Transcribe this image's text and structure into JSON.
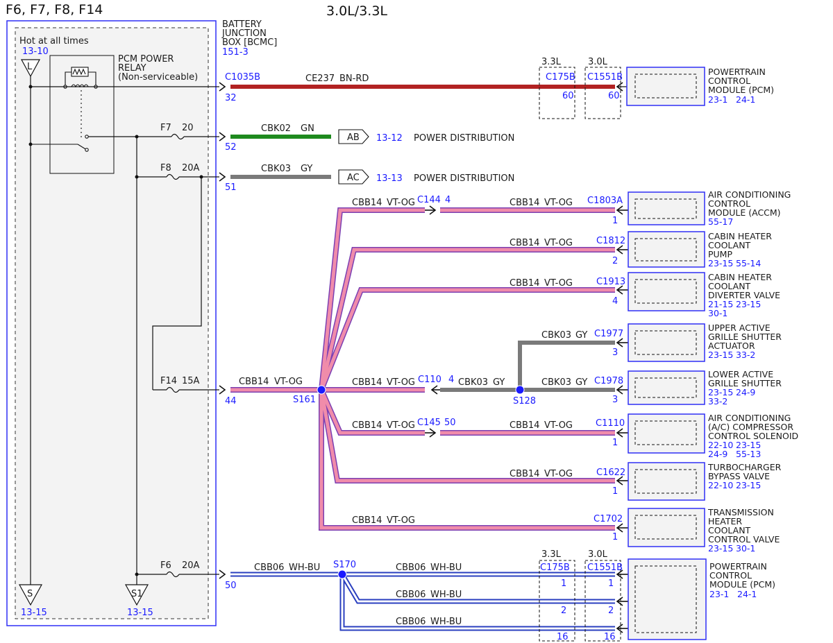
{
  "header": {
    "fuses_title": "F6, F7, F8, F14",
    "engine_title": "3.0L/3.3L"
  },
  "colors": {
    "bn_rd": "#b22222",
    "gn": "#1e8a1e",
    "gy": "#7a7a7a",
    "vt_og": "#f08caa",
    "vt_og_stripe": "#7b3fb2",
    "wh_bu": "#ffffff",
    "wh_bu_stripe": "#2a3fbf",
    "blue_outline": "#2f2ff5",
    "box_fill": "#f3f3f3",
    "ref_blue": "#1a1aff"
  },
  "bjb": {
    "title_line1": "BATTERY",
    "title_line2": "JUNCTION",
    "title_line3": "BOX [BCMC]",
    "ref": "151-3",
    "hot_label": "Hot at all times",
    "hot_ref": "13-10",
    "relay_line1": "PCM POWER",
    "relay_line2": "RELAY",
    "relay_line3": "(Non-serviceable)",
    "ground_s": "S",
    "ground_s_ref": "13-15",
    "ground_s1": "S1",
    "ground_s1_ref": "13-15",
    "supply_letter": "L"
  },
  "fuses": {
    "f7_name": "F7",
    "f7_rating": "20",
    "f8_name": "F8",
    "f8_rating": "20A",
    "f14_name": "F14",
    "f14_rating": "15A",
    "f6_name": "F6",
    "f6_rating": "20A"
  },
  "bjb_pins": {
    "c1035b": "C1035B",
    "p32": "32",
    "p52": "52",
    "p51": "51",
    "p44": "44",
    "p50": "50"
  },
  "circuits": {
    "ce237": "CE237",
    "bn_rd": "BN-RD",
    "cbk02": "CBK02",
    "gn": "GN",
    "cbk03": "CBK03",
    "gy": "GY",
    "cbb14": "CBB14",
    "vt_og": "VT-OG",
    "cbb06": "CBB06",
    "wh_bu": "WH-BU"
  },
  "power_dist": {
    "ab_tag": "AB",
    "ab_ref": "13-12",
    "ab_label": "POWER DISTRIBUTION",
    "ac_tag": "AC",
    "ac_ref": "13-13",
    "ac_label": "POWER DISTRIBUTION"
  },
  "splices": {
    "s161": "S161",
    "s128": "S128",
    "s170": "S170"
  },
  "inline": {
    "c144": "C144",
    "c144_pin": "4",
    "c110": "C110",
    "c110_pin": "4",
    "c145": "C145",
    "c145_pin": "50",
    "variant_33": "3.3L",
    "variant_30": "3.0L",
    "c175b": "C175B",
    "c1551b": "C1551B",
    "pin60": "60",
    "pin1": "1",
    "pin2": "2",
    "pin16": "16"
  },
  "modules": {
    "pcm_top": {
      "line1": "POWERTRAIN",
      "line2": "CONTROL",
      "line3": "MODULE (PCM)",
      "ref1": "23-1",
      "ref2": "24-1"
    },
    "accm": {
      "conn": "C1803A",
      "pin": "1",
      "line1": "AIR CONDITIONING",
      "line2": "CONTROL",
      "line3": "MODULE (ACCM)",
      "ref1": "55-17"
    },
    "pump": {
      "conn": "C1812",
      "pin": "2",
      "line1": "CABIN HEATER",
      "line2": "COOLANT",
      "line3": "PUMP",
      "ref1": "23-15",
      "ref2": "55-14"
    },
    "diverter": {
      "conn": "C1913",
      "pin": "4",
      "line1": "CABIN HEATER",
      "line2": "COOLANT",
      "line3": "DIVERTER VALVE",
      "ref1": "21-15",
      "ref2": "23-15",
      "ref3": "30-1"
    },
    "upper": {
      "conn": "C1977",
      "pin": "3",
      "line1": "UPPER ACTIVE",
      "line2": "GRILLE SHUTTER",
      "line3": "ACTUATOR",
      "ref1": "23-15",
      "ref2": "33-2"
    },
    "lower": {
      "conn": "C1978",
      "pin": "3",
      "line1": "LOWER ACTIVE",
      "line2": "GRILLE SHUTTER",
      "ref1": "23-15",
      "ref2": "24-9",
      "ref3": "33-2"
    },
    "compressor": {
      "conn": "C1110",
      "pin": "1",
      "line1": "AIR CONDITIONING",
      "line2": "(A/C) COMPRESSOR",
      "line3": "CONTROL SOLENOID",
      "ref1": "22-10",
      "ref2": "23-15",
      "ref3": "24-9",
      "ref4": "55-13"
    },
    "turbo": {
      "conn": "C1622",
      "pin": "1",
      "line1": "TURBOCHARGER",
      "line2": "BYPASS VALVE",
      "ref1": "22-10",
      "ref2": "23-15"
    },
    "trans": {
      "conn": "C1702",
      "pin": "1",
      "line1": "TRANSMISSION",
      "line2": "HEATER",
      "line3": "COOLANT",
      "line4": "CONTROL VALVE",
      "ref1": "23-15",
      "ref2": "30-1"
    },
    "pcm_bottom": {
      "line1": "POWERTRAIN",
      "line2": "CONTROL",
      "line3": "MODULE (PCM)",
      "ref1": "23-1",
      "ref2": "24-1"
    }
  }
}
